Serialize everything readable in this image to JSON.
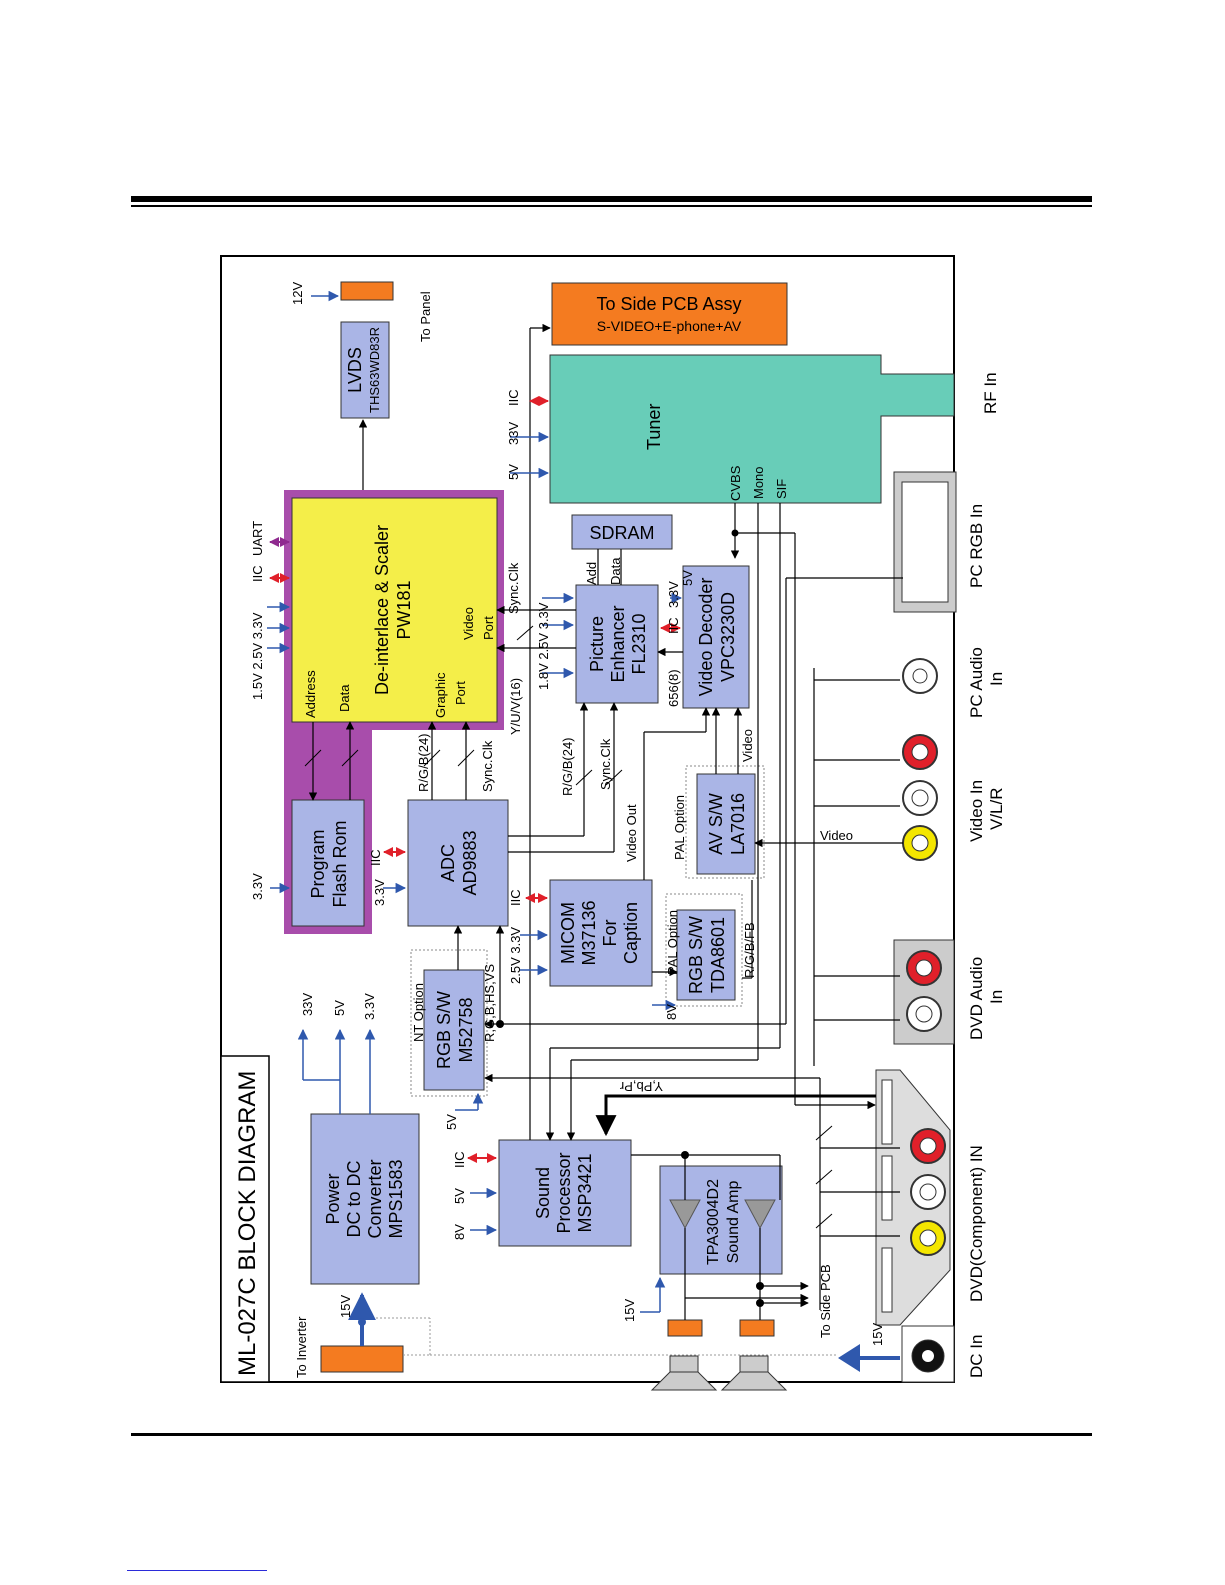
{
  "title": "ML-027C BLOCK DIAGRAM",
  "colors": {
    "block_fill": "#aab5e6",
    "scaler_fill": "#f4ee49",
    "scaler_border": "#a84dab",
    "tuner_fill": "#68cdb8",
    "orange": "#f47b20",
    "arrow_blue": "#2f58ad",
    "arrow_red": "#e0202a",
    "arrow_purple": "#8f2a8f"
  },
  "blocks": {
    "scaler": [
      "De-interlace & Scaler",
      "PW181"
    ],
    "scaler_ports": {
      "address": "Address",
      "data": "Data",
      "graphic": [
        "Graphic",
        "Port"
      ],
      "video": [
        "Video",
        "Port"
      ]
    },
    "lvds": [
      "LVDS",
      "THS63WD83R"
    ],
    "side_pcb": [
      "To Side PCB Assy",
      "S-VIDEO+E-phone+AV"
    ],
    "tuner": "Tuner",
    "tuner_pins": [
      "CVBS",
      "Mono",
      "SIF"
    ],
    "sdram": "SDRAM",
    "sdram_pins": [
      "Add",
      "Data"
    ],
    "enhancer": [
      "Picture",
      "Enhancer",
      "FL2310"
    ],
    "decoder": [
      "Video Decoder",
      "VPC3230D"
    ],
    "flash": [
      "Program",
      "Flash Rom"
    ],
    "adc": [
      "ADC",
      "AD9883"
    ],
    "micom": [
      "MICOM",
      "M37136",
      "For",
      "Caption"
    ],
    "av_sw": [
      "AV S/W",
      "LA7016"
    ],
    "rgb_sw_pal": [
      "RGB S/W",
      "TDA8601"
    ],
    "rgb_sw_nt": [
      "RGB S/W",
      "M52758"
    ],
    "power": [
      "Power",
      "DC to DC",
      "Converter",
      "MPS1583"
    ],
    "sound": [
      "Sound",
      "Processor",
      "MSP3421"
    ],
    "amp": [
      "TPA3004D2",
      "Sound Amp"
    ]
  },
  "labels": {
    "v12": "12V",
    "to_panel": "To Panel",
    "tuner_supply": [
      "5V",
      "33V",
      "IIC"
    ],
    "scaler_supply": [
      "1.5V 2.5V 3.3V",
      "IIC",
      "UART"
    ],
    "enh_supply": "1.8V 2.5V 3.3V",
    "sync_clk": "Sync.Clk",
    "yuv": "Y/U/V(16)",
    "rgb24": "R/G/B(24)",
    "v5": "5V",
    "v33": "3.3V",
    "i2c": "IIC",
    "bus656": "656(8)",
    "video_out": "Video Out",
    "video": "Video",
    "pal_option": "PAL Option",
    "nt_option": "NT Option",
    "micom_supply": "2.5V 3.3V",
    "rgbfb": "R/G/B/FB",
    "v8": "8V",
    "rgbhsvs": "R,G,B,HS,VS",
    "ypbpr": "Y,Pb,Pr",
    "v15": "15V",
    "to_side_pcb": "To Side PCB",
    "to_inverter": "To Inverter",
    "power_outputs": [
      "33V",
      "5V",
      "3.3V"
    ],
    "sound_supply": [
      "IIC",
      "5V",
      "8V"
    ]
  },
  "inputs": {
    "rf_in": "RF In",
    "pc_rgb_in": "PC RGB In",
    "pc_audio_in": [
      "PC Audio",
      "In"
    ],
    "video_in": [
      "Video In",
      "V/L/R"
    ],
    "dvd_audio_in": [
      "DVD Audio",
      "In"
    ],
    "dvd_component_in": "DVD(Component) IN",
    "dc_in": "DC In"
  }
}
